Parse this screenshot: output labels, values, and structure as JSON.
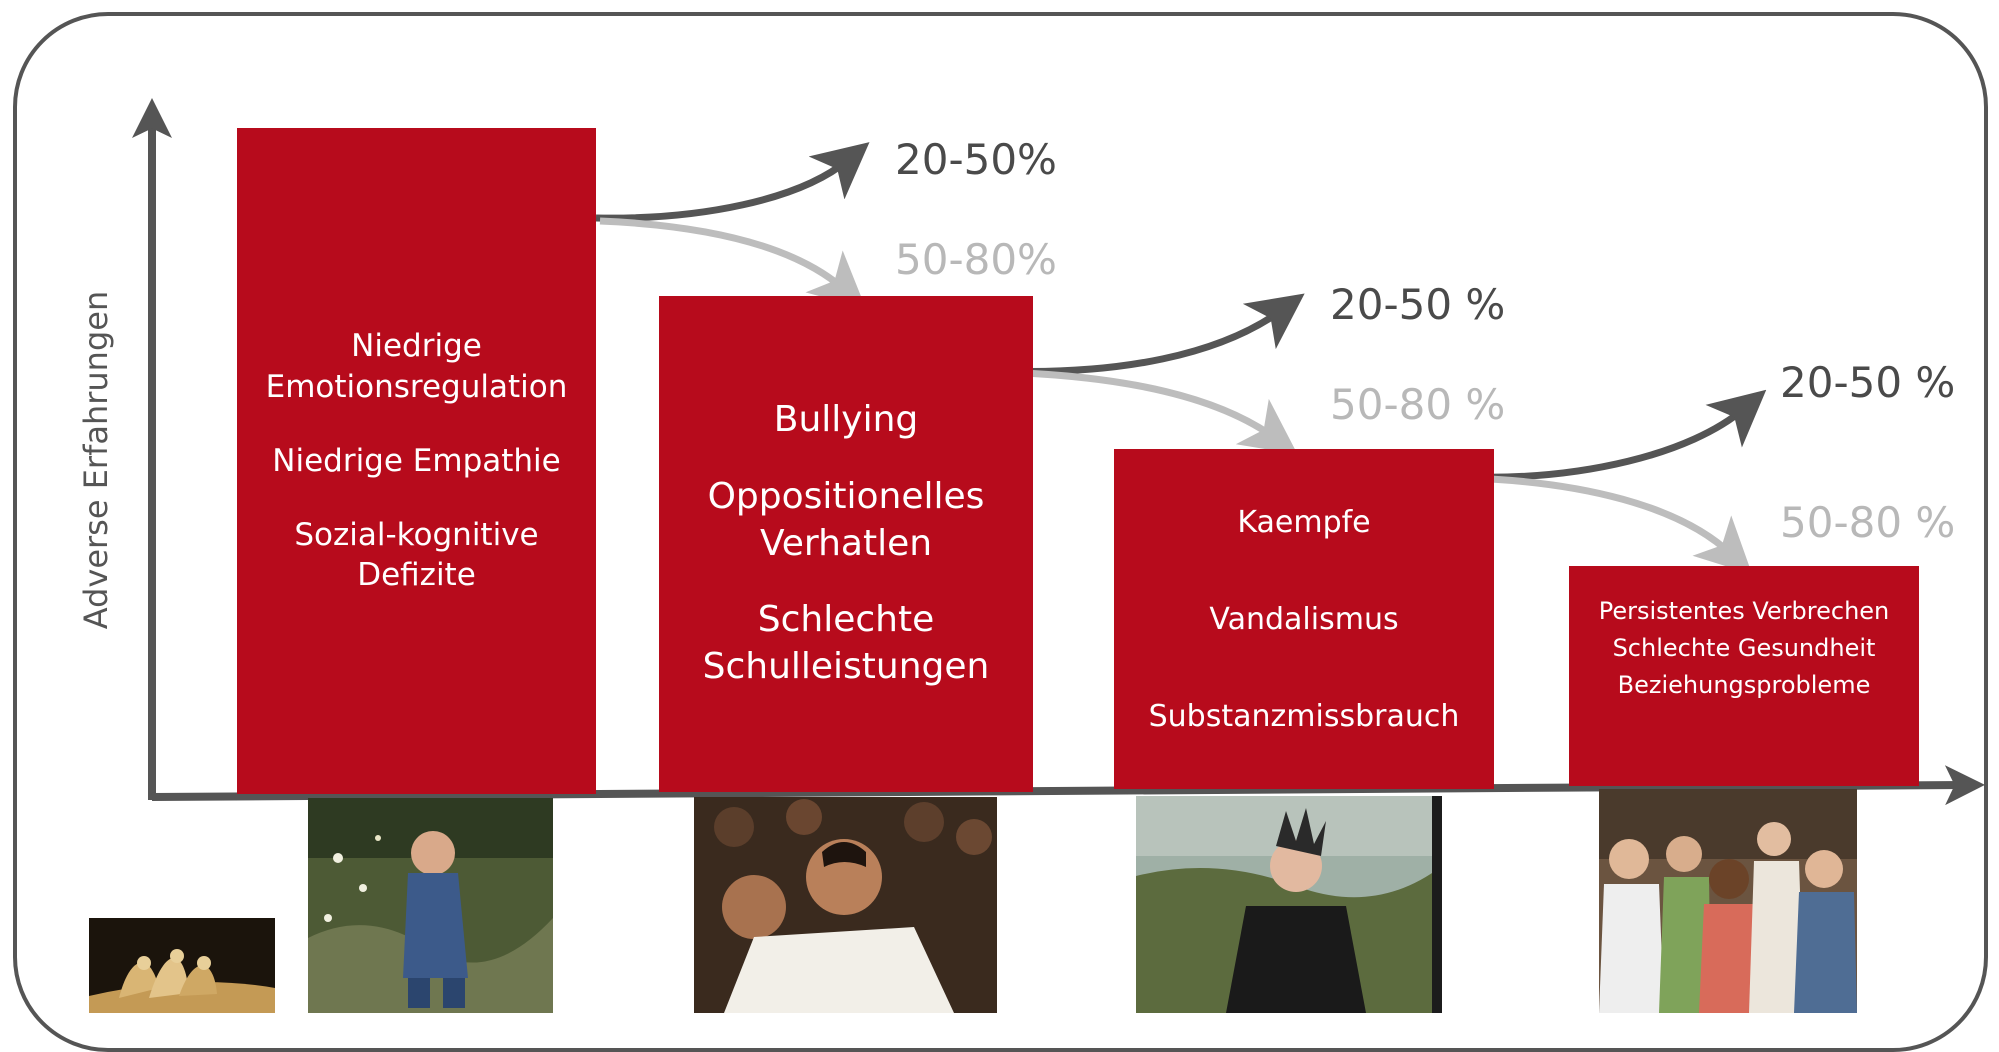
{
  "axis": {
    "ylabel": "Adverse Erfahrungen"
  },
  "stages": [
    {
      "items": [
        "Niedrige Emotionsregulation",
        "Niedrige Empathie",
        "Sozial-kognitive Defizite"
      ]
    },
    {
      "items": [
        "Bullying",
        "Oppositionelles Verhatlen",
        "Schlechte Schulleistungen"
      ]
    },
    {
      "items": [
        "Kaempfe",
        "Vandalismus",
        "Substanzmissbrauch"
      ]
    },
    {
      "items": [
        "Persistentes Verbrechen",
        "Schlechte Gesundheit",
        "Beziehungsprobleme"
      ]
    }
  ],
  "transitions": [
    {
      "up": "20-50%",
      "down": "50-80%"
    },
    {
      "up": "20-50 %",
      "down": "50-80 %"
    },
    {
      "up": "20-50 %",
      "down": "50-80 %"
    }
  ],
  "photos": [
    "toddler-photo",
    "schoolchildren-photo",
    "punk-teen-photo",
    "young-adults-photo",
    "paper-figures-icon"
  ],
  "colors": {
    "stage": "#b70b1c",
    "dark_arrow": "#555555",
    "light_arrow": "#bdbdbd",
    "axis": "#555555"
  }
}
